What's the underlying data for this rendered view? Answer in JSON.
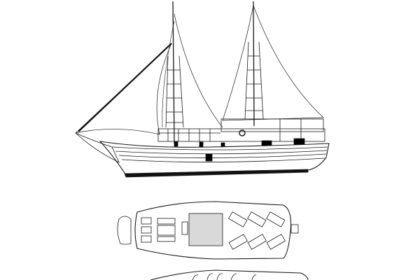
{
  "drawing": {
    "views": [
      "side-elevation",
      "deck-plan-top",
      "deck-plan-lower"
    ],
    "colors": {
      "line": "#1a1a1a",
      "fill": "#ffffff",
      "shade": "#d9d9d9",
      "accent": "#000000"
    }
  }
}
